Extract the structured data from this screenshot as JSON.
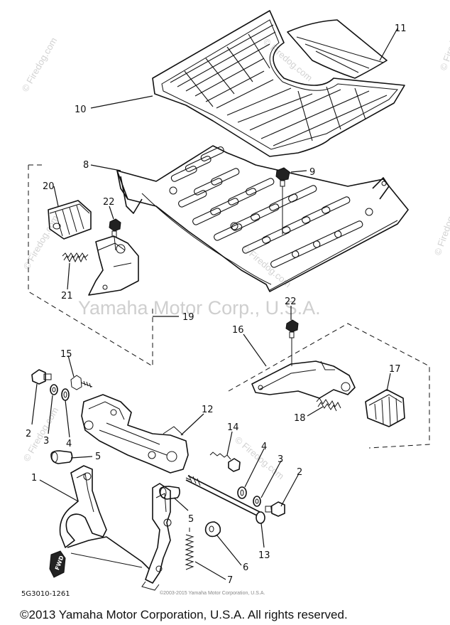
{
  "watermarks": {
    "center": "Yamaha Motor Corp., U.S.A.",
    "corner": "© Firedog.com",
    "mid": "© Firedog.com",
    "fine_print": "©2003-2015 Yamaha Motor Corporation, U.S.A."
  },
  "drawing_code": "5G3010-1261",
  "copyright": "©2013 Yamaha Motor Corporation, U.S.A. All rights reserved.",
  "fwd_label": "FWD",
  "callouts": {
    "c1": "1",
    "c2a": "2",
    "c2b": "2",
    "c3a": "3",
    "c3b": "3",
    "c4a": "4",
    "c4b": "4",
    "c5a": "5",
    "c5b": "5",
    "c6": "6",
    "c7": "7",
    "c8": "8",
    "c9": "9",
    "c10": "10",
    "c11": "11",
    "c12": "12",
    "c13": "13",
    "c14": "14",
    "c15": "15",
    "c16": "16",
    "c17": "17",
    "c18": "18",
    "c19": "19",
    "c20": "20",
    "c21": "21",
    "c22a": "22",
    "c22b": "22"
  }
}
